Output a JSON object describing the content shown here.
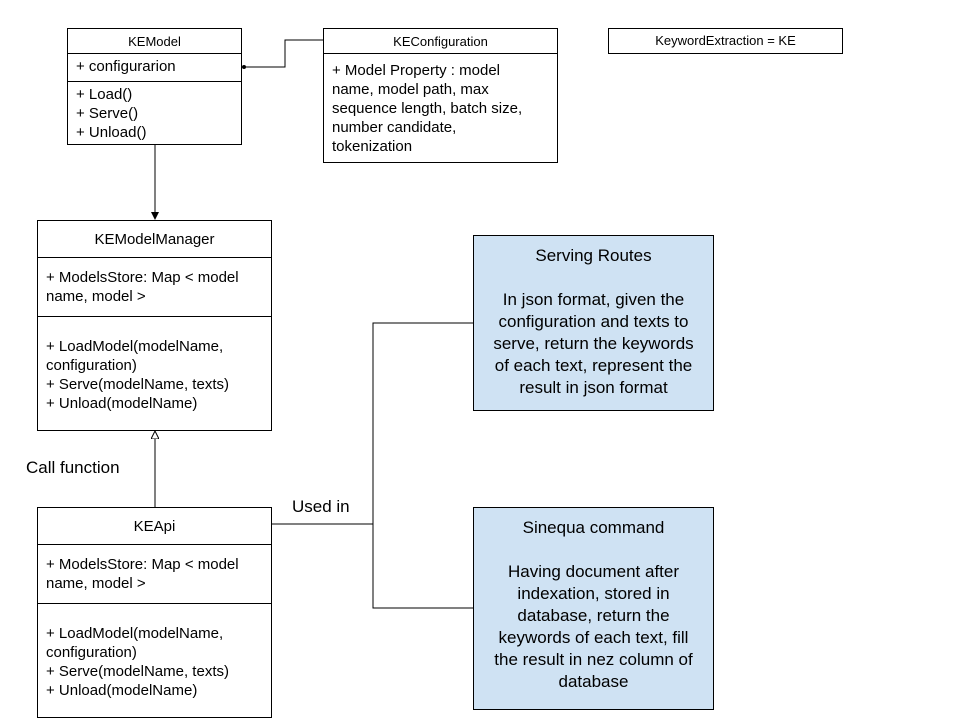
{
  "ke_model": {
    "title": "KEModel",
    "attributes": [
      "+ configurarion"
    ],
    "methods": [
      "+ Load()",
      "+ Serve()",
      "+ Unload()"
    ]
  },
  "ke_configuration": {
    "title": "KEConfiguration",
    "attributes": [
      "+ Model Property : model",
      "name, model path, max",
      "sequence length, batch size,",
      "number candidate,",
      "tokenization"
    ]
  },
  "legend_box": {
    "text": "KeywordExtraction = KE"
  },
  "ke_model_manager": {
    "title": "KEModelManager",
    "attributes": [
      "+ ModelsStore: Map < model",
      "name, model >"
    ],
    "methods": [
      "+ LoadModel(modelName,",
      "configuration)",
      "+ Serve(modelName, texts)",
      "+ Unload(modelName)"
    ]
  },
  "ke_api": {
    "title": "KEApi",
    "attributes": [
      "+ ModelsStore: Map < model",
      "name, model >"
    ],
    "methods": [
      "+ LoadModel(modelName,",
      "configuration)",
      "+ Serve(modelName, texts)",
      "+ Unload(modelName)"
    ]
  },
  "serving_routes": {
    "title": "Serving Routes",
    "body": [
      "In json format, given the",
      "configuration and texts to",
      "serve, return the keywords",
      "of each text, represent the",
      "result in json format"
    ]
  },
  "sinequa_command": {
    "title": "Sinequa command",
    "body": [
      "Having document after",
      "indexation, stored in",
      "database, return the",
      "keywords of each text, fill",
      "the result in nez column of",
      "database"
    ]
  },
  "labels": {
    "call_function": "Call function",
    "used_in": "Used in"
  },
  "colors": {
    "note_fill": "#cfe2f3",
    "stroke": "#000000"
  }
}
